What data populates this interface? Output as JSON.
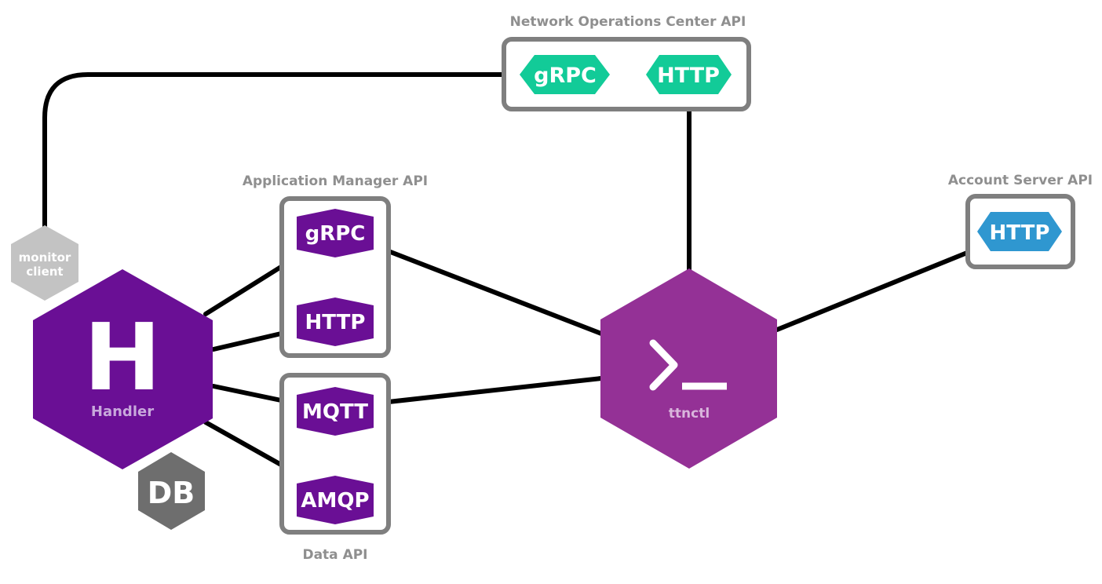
{
  "colors": {
    "purple_dark": "#6a0f95",
    "purple_light": "#943196",
    "green": "#12cb98",
    "blue": "#2f97d0",
    "gray_box": "#7f7f7f",
    "gray_label": "#8f8f8f",
    "gray_light_hex": "#c3c3c3",
    "gray_dark_hex": "#6e6e6e",
    "line": "#000000",
    "handler_label": "#c8a9dc",
    "ttnctl_label": "#d9b6dc"
  },
  "groups": {
    "noc": {
      "title": "Network Operations Center API",
      "protocols": [
        "gRPC",
        "HTTP"
      ]
    },
    "app_manager": {
      "title": "Application Manager API",
      "protocols": [
        "gRPC",
        "HTTP"
      ]
    },
    "data_api": {
      "title": "Data API",
      "protocols": [
        "MQTT",
        "AMQP"
      ]
    },
    "account_server": {
      "title": "Account Server API",
      "protocols": [
        "HTTP"
      ]
    }
  },
  "nodes": {
    "handler": {
      "letter": "H",
      "label": "Handler"
    },
    "db": {
      "label": "DB"
    },
    "monitor": {
      "label_line1": "monitor",
      "label_line2": "client"
    },
    "ttnctl": {
      "prompt_icon": "terminal-prompt-icon",
      "label": "ttnctl"
    }
  }
}
